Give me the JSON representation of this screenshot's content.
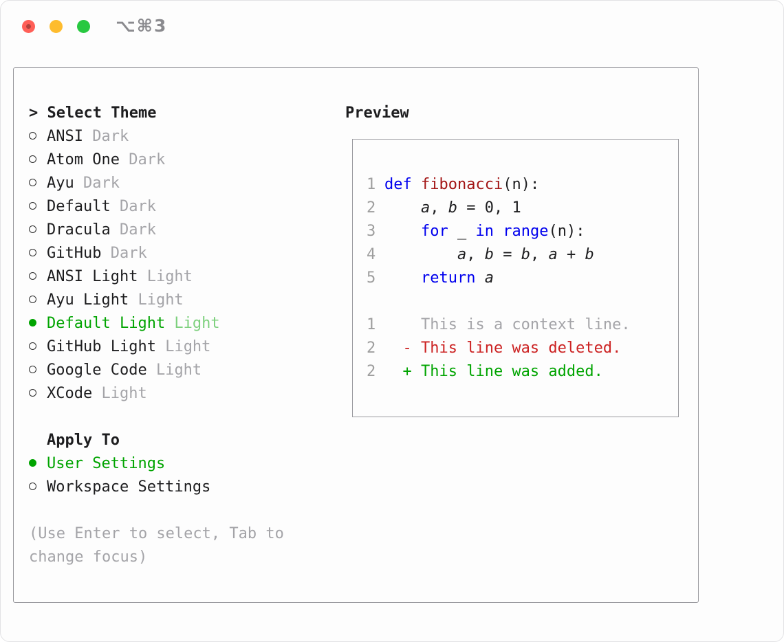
{
  "colors": {
    "accent_green": "#00a400",
    "keyword_blue": "#0000ee",
    "function_red": "#a31515",
    "deleted_red": "#cc2222",
    "added_green": "#00a400",
    "muted_gray": "#a4a4a8"
  },
  "window": {
    "title": "⌥⌘3",
    "controls": [
      "close",
      "minimize",
      "zoom"
    ]
  },
  "theme_selector": {
    "prompt": ">",
    "title": "Select Theme",
    "items": [
      {
        "name": "ANSI",
        "variant": "Dark",
        "selected": false
      },
      {
        "name": "Atom One",
        "variant": "Dark",
        "selected": false
      },
      {
        "name": "Ayu",
        "variant": "Dark",
        "selected": false
      },
      {
        "name": "Default",
        "variant": "Dark",
        "selected": false
      },
      {
        "name": "Dracula",
        "variant": "Dark",
        "selected": false
      },
      {
        "name": "GitHub",
        "variant": "Dark",
        "selected": false
      },
      {
        "name": "ANSI Light",
        "variant": "Light",
        "selected": false
      },
      {
        "name": "Ayu Light",
        "variant": "Light",
        "selected": false
      },
      {
        "name": "Default Light",
        "variant": "Light",
        "selected": true
      },
      {
        "name": "GitHub Light",
        "variant": "Light",
        "selected": false
      },
      {
        "name": "Google Code",
        "variant": "Light",
        "selected": false
      },
      {
        "name": "XCode",
        "variant": "Light",
        "selected": false
      }
    ]
  },
  "apply_to": {
    "title": "Apply To",
    "options": [
      {
        "name": "User Settings",
        "selected": true
      },
      {
        "name": "Workspace Settings",
        "selected": false
      }
    ]
  },
  "hint": "(Use Enter to select, Tab to change focus)",
  "preview": {
    "title": "Preview",
    "code_lines": [
      {
        "num": "1",
        "tokens": [
          [
            "def",
            "kw"
          ],
          [
            " ",
            ""
          ],
          [
            "fibonacci",
            "fn"
          ],
          [
            "(n):",
            ""
          ]
        ]
      },
      {
        "num": "2",
        "tokens": [
          [
            "    ",
            ""
          ],
          [
            "a",
            "var"
          ],
          [
            ", ",
            ""
          ],
          [
            "b",
            "var"
          ],
          [
            " = 0, 1",
            ""
          ]
        ]
      },
      {
        "num": "3",
        "tokens": [
          [
            "    ",
            ""
          ],
          [
            "for",
            "kw"
          ],
          [
            " _ ",
            ""
          ],
          [
            "in",
            "kw"
          ],
          [
            " ",
            ""
          ],
          [
            "range",
            "kw"
          ],
          [
            "(n):",
            ""
          ]
        ]
      },
      {
        "num": "4",
        "tokens": [
          [
            "        ",
            ""
          ],
          [
            "a",
            "var"
          ],
          [
            ", ",
            ""
          ],
          [
            "b",
            "var"
          ],
          [
            " = ",
            ""
          ],
          [
            "b",
            "var"
          ],
          [
            ", ",
            ""
          ],
          [
            "a",
            "var"
          ],
          [
            " + ",
            ""
          ],
          [
            "b",
            "var"
          ]
        ]
      },
      {
        "num": "5",
        "tokens": [
          [
            "    ",
            ""
          ],
          [
            "return",
            "kw"
          ],
          [
            " ",
            ""
          ],
          [
            "a",
            "var"
          ]
        ]
      },
      {
        "num": "",
        "tokens": []
      },
      {
        "num": "1",
        "tokens": [
          [
            "    This is a context line.",
            "ctx"
          ]
        ]
      },
      {
        "num": "2",
        "tokens": [
          [
            "  - This line was deleted.",
            "del"
          ]
        ]
      },
      {
        "num": "2",
        "tokens": [
          [
            "  + This line was added.",
            "add"
          ]
        ]
      }
    ]
  }
}
